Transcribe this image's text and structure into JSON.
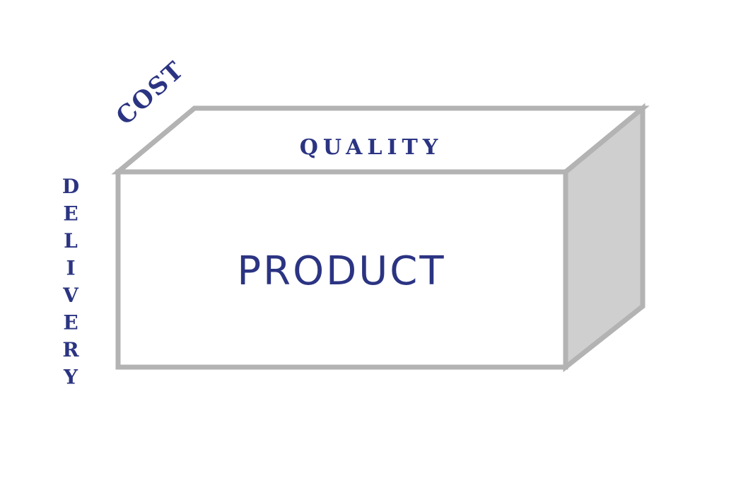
{
  "colors": {
    "background": "#ffffff",
    "box_face": "#ffffff",
    "box_side": "#cfcfcf",
    "box_edge": "#b3b3b3",
    "text": "#2b3482"
  },
  "box": {
    "front_label": "PRODUCT",
    "top_label": "QUALITY",
    "depth_label": "COST",
    "height_label": "DELIVERY"
  }
}
